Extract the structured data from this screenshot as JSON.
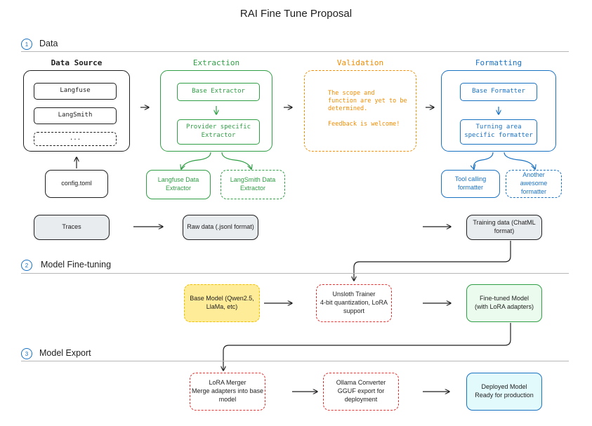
{
  "title": "RAI Fine Tune Proposal",
  "sections": [
    {
      "num": "1",
      "label": "Data"
    },
    {
      "num": "2",
      "label": "Model Fine-tuning"
    },
    {
      "num": "3",
      "label": "Model Export"
    }
  ],
  "data": {
    "source": {
      "heading": "Data Source",
      "items": [
        "Langfuse",
        "LangSmith",
        "..."
      ],
      "config": "config.toml",
      "traces": "Traces"
    },
    "extraction": {
      "heading": "Extraction",
      "base": "Base Extractor",
      "provider": "Provider specific\nExtractor",
      "langfuse": "Langfuse Data\nExtractor",
      "langsmith": "LangSmith Data\nExtractor",
      "raw": "Raw data (.jsonl format)"
    },
    "validation": {
      "heading": "Validation",
      "note1": "The scope and\nfunction are yet to be\ndetermined.",
      "note2": "Feedback is welcome!"
    },
    "formatting": {
      "heading": "Formatting",
      "base": "Base Formatter",
      "specific": "Turning area\nspecific formatter",
      "tool": "Tool calling\nformatter",
      "another": "Another\nawesome\nformatter",
      "training": "Training data (ChatML\nformat)"
    }
  },
  "finetune": {
    "base_model": "Base Model (Qwen2.5,\nLlaMa, etc)",
    "trainer": "Unsloth Trainer\n4-bit quantization, LoRA\nsupport",
    "finetuned": "Fine-tuned Model\n(with LoRA adapters)"
  },
  "export": {
    "merger": "LoRA Merger\nMerge adapters into base\nmodel",
    "converter": "Ollama Converter\nGGUF export for\ndeployment",
    "deployed": "Deployed Model\nReady for production"
  },
  "colors": {
    "blue": "#1971c2",
    "green": "#2f9e44",
    "orange": "#f08c00",
    "red": "#e03131",
    "gray_fill": "#e9ecef",
    "yellow_fill": "#ffec99",
    "yellow_border": "#f0c000",
    "green_fill": "#ebfbee",
    "cyan_fill": "#e3fafc"
  }
}
